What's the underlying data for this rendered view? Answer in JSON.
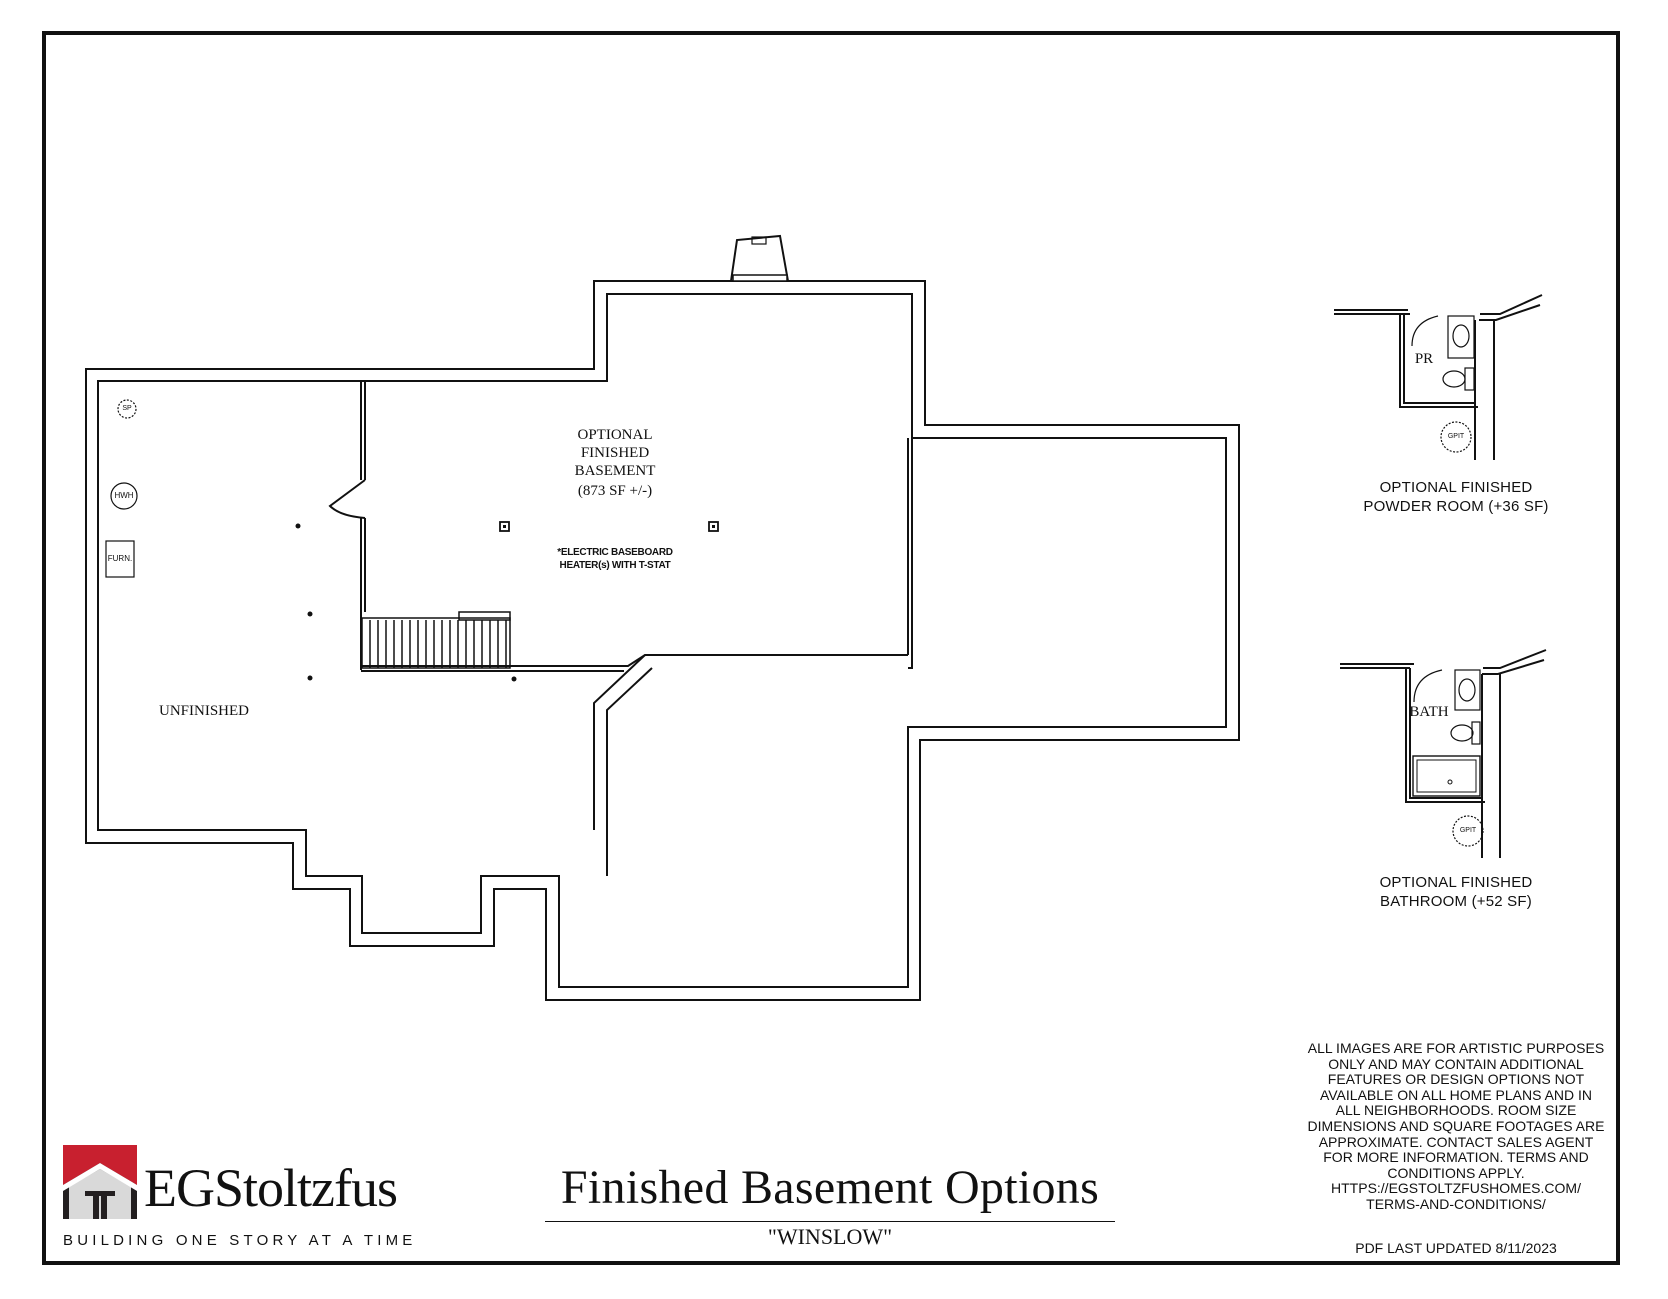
{
  "plan": {
    "optional_room_label": "OPTIONAL\nFINISHED\nBASEMENT",
    "optional_room_area": "(873 SF +/-)",
    "heater_note": "*ELECTRIC BASEBOARD\nHEATER(s) WITH T-STAT",
    "unfinished_label": "UNFINISHED",
    "sp_symbol": "SP",
    "hwh_symbol": "HWH",
    "furnace_symbol": "FURN."
  },
  "options": {
    "powder_room": {
      "room_label": "PR",
      "gpit": "GPIT",
      "caption_line1": "OPTIONAL FINISHED",
      "caption_line2": "POWDER ROOM (+36 SF)"
    },
    "bathroom": {
      "room_label": "BATH",
      "gpit": "GPIT",
      "caption_line1": "OPTIONAL FINISHED",
      "caption_line2": "BATHROOM (+52 SF)"
    }
  },
  "disclaimer": "ALL IMAGES ARE FOR ARTISTIC PURPOSES ONLY AND MAY CONTAIN ADDITIONAL FEATURES OR DESIGN OPTIONS NOT AVAILABLE ON ALL HOME PLANS AND IN ALL NEIGHBORHOODS. ROOM SIZE DIMENSIONS AND SQUARE FOOTAGES ARE APPROXIMATE. CONTACT SALES AGENT FOR MORE INFORMATION. TERMS AND CONDITIONS APPLY. HTTPS://EGSTOLTZFUSHOMES.COM/ TERMS-AND-CONDITIONS/",
  "updated": "PDF LAST UPDATED 8/11/2023",
  "title": "Finished Basement Options",
  "subtitle": "\"WINSLOW\"",
  "brand": {
    "name": "EGStoltzfus",
    "tagline": "BUILDING ONE STORY AT A TIME",
    "colors": {
      "red": "#c8202f",
      "dark": "#231f20",
      "gray": "#d9d9d9"
    }
  }
}
